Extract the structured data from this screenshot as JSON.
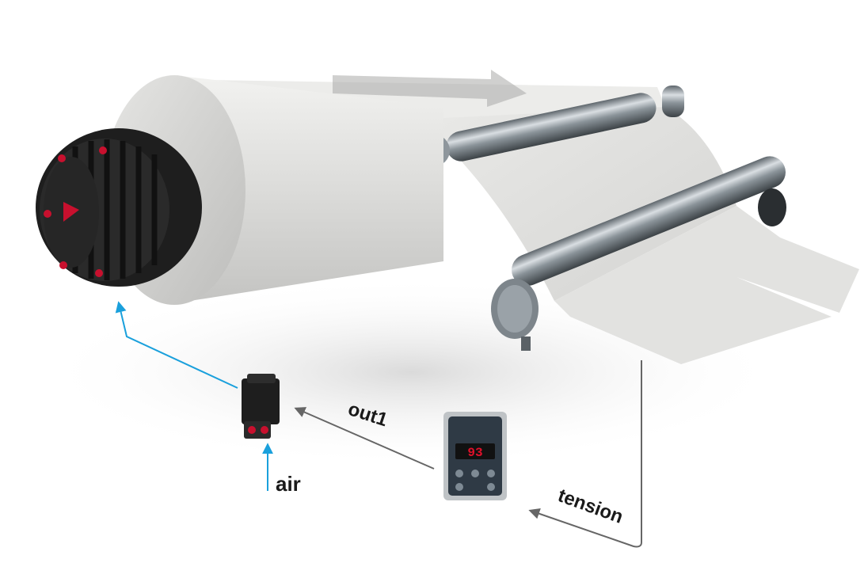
{
  "labels": {
    "out1": "out1",
    "air": "air",
    "tension": "tension"
  },
  "controller": {
    "display_value": "93"
  },
  "colors": {
    "air_line": "#1aa0dc",
    "signal_line": "#666666",
    "brake_body": "#1e1e1e",
    "brake_accent": "#c8102e",
    "paper": "#e6e6e4",
    "roller_metal": "#9aa3aa",
    "display_red": "#e0102a"
  },
  "icons": {
    "brake": "pneumatic-brake-icon",
    "valve": "proportional-valve-icon",
    "controller": "tension-controller-icon",
    "sensor_roller": "load-cell-roller-icon"
  }
}
